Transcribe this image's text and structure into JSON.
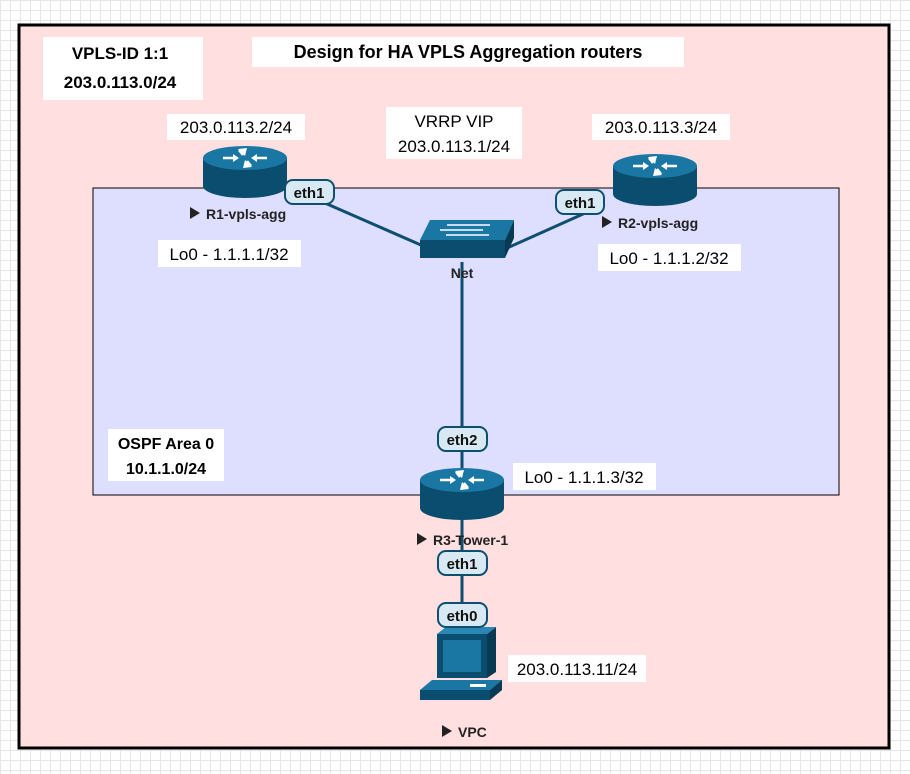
{
  "title": "Design for HA VPLS Aggregation routers",
  "vpls": {
    "id": "VPLS-ID 1:1",
    "subnet": "203.0.113.0/24"
  },
  "vrrp": {
    "label": "VRRP VIP",
    "address": "203.0.113.1/24"
  },
  "ospf": {
    "area": "OSPF Area 0",
    "subnet": "10.1.1.0/24"
  },
  "nodes": {
    "r1": {
      "name": "R1-vpls-agg",
      "ip": "203.0.113.2/24",
      "loopback": "Lo0 - 1.1.1.1/32",
      "iface": "eth1"
    },
    "r2": {
      "name": "R2-vpls-agg",
      "ip": "203.0.113.3/24",
      "loopback": "Lo0 - 1.1.1.2/32",
      "iface": "eth1"
    },
    "net": {
      "name": "Net"
    },
    "r3": {
      "name": "R3-Tower-1",
      "loopback": "Lo0 - 1.1.1.3/32",
      "iface_up": "eth2",
      "iface_down": "eth1"
    },
    "vpc": {
      "name": "VPC",
      "ip": "203.0.113.11/24",
      "iface": "eth0"
    }
  },
  "colors": {
    "outer_fill": "#ffdfdf",
    "ospf_fill": "#dedeff",
    "router": "#0e5a80",
    "link": "#0e4f70"
  }
}
